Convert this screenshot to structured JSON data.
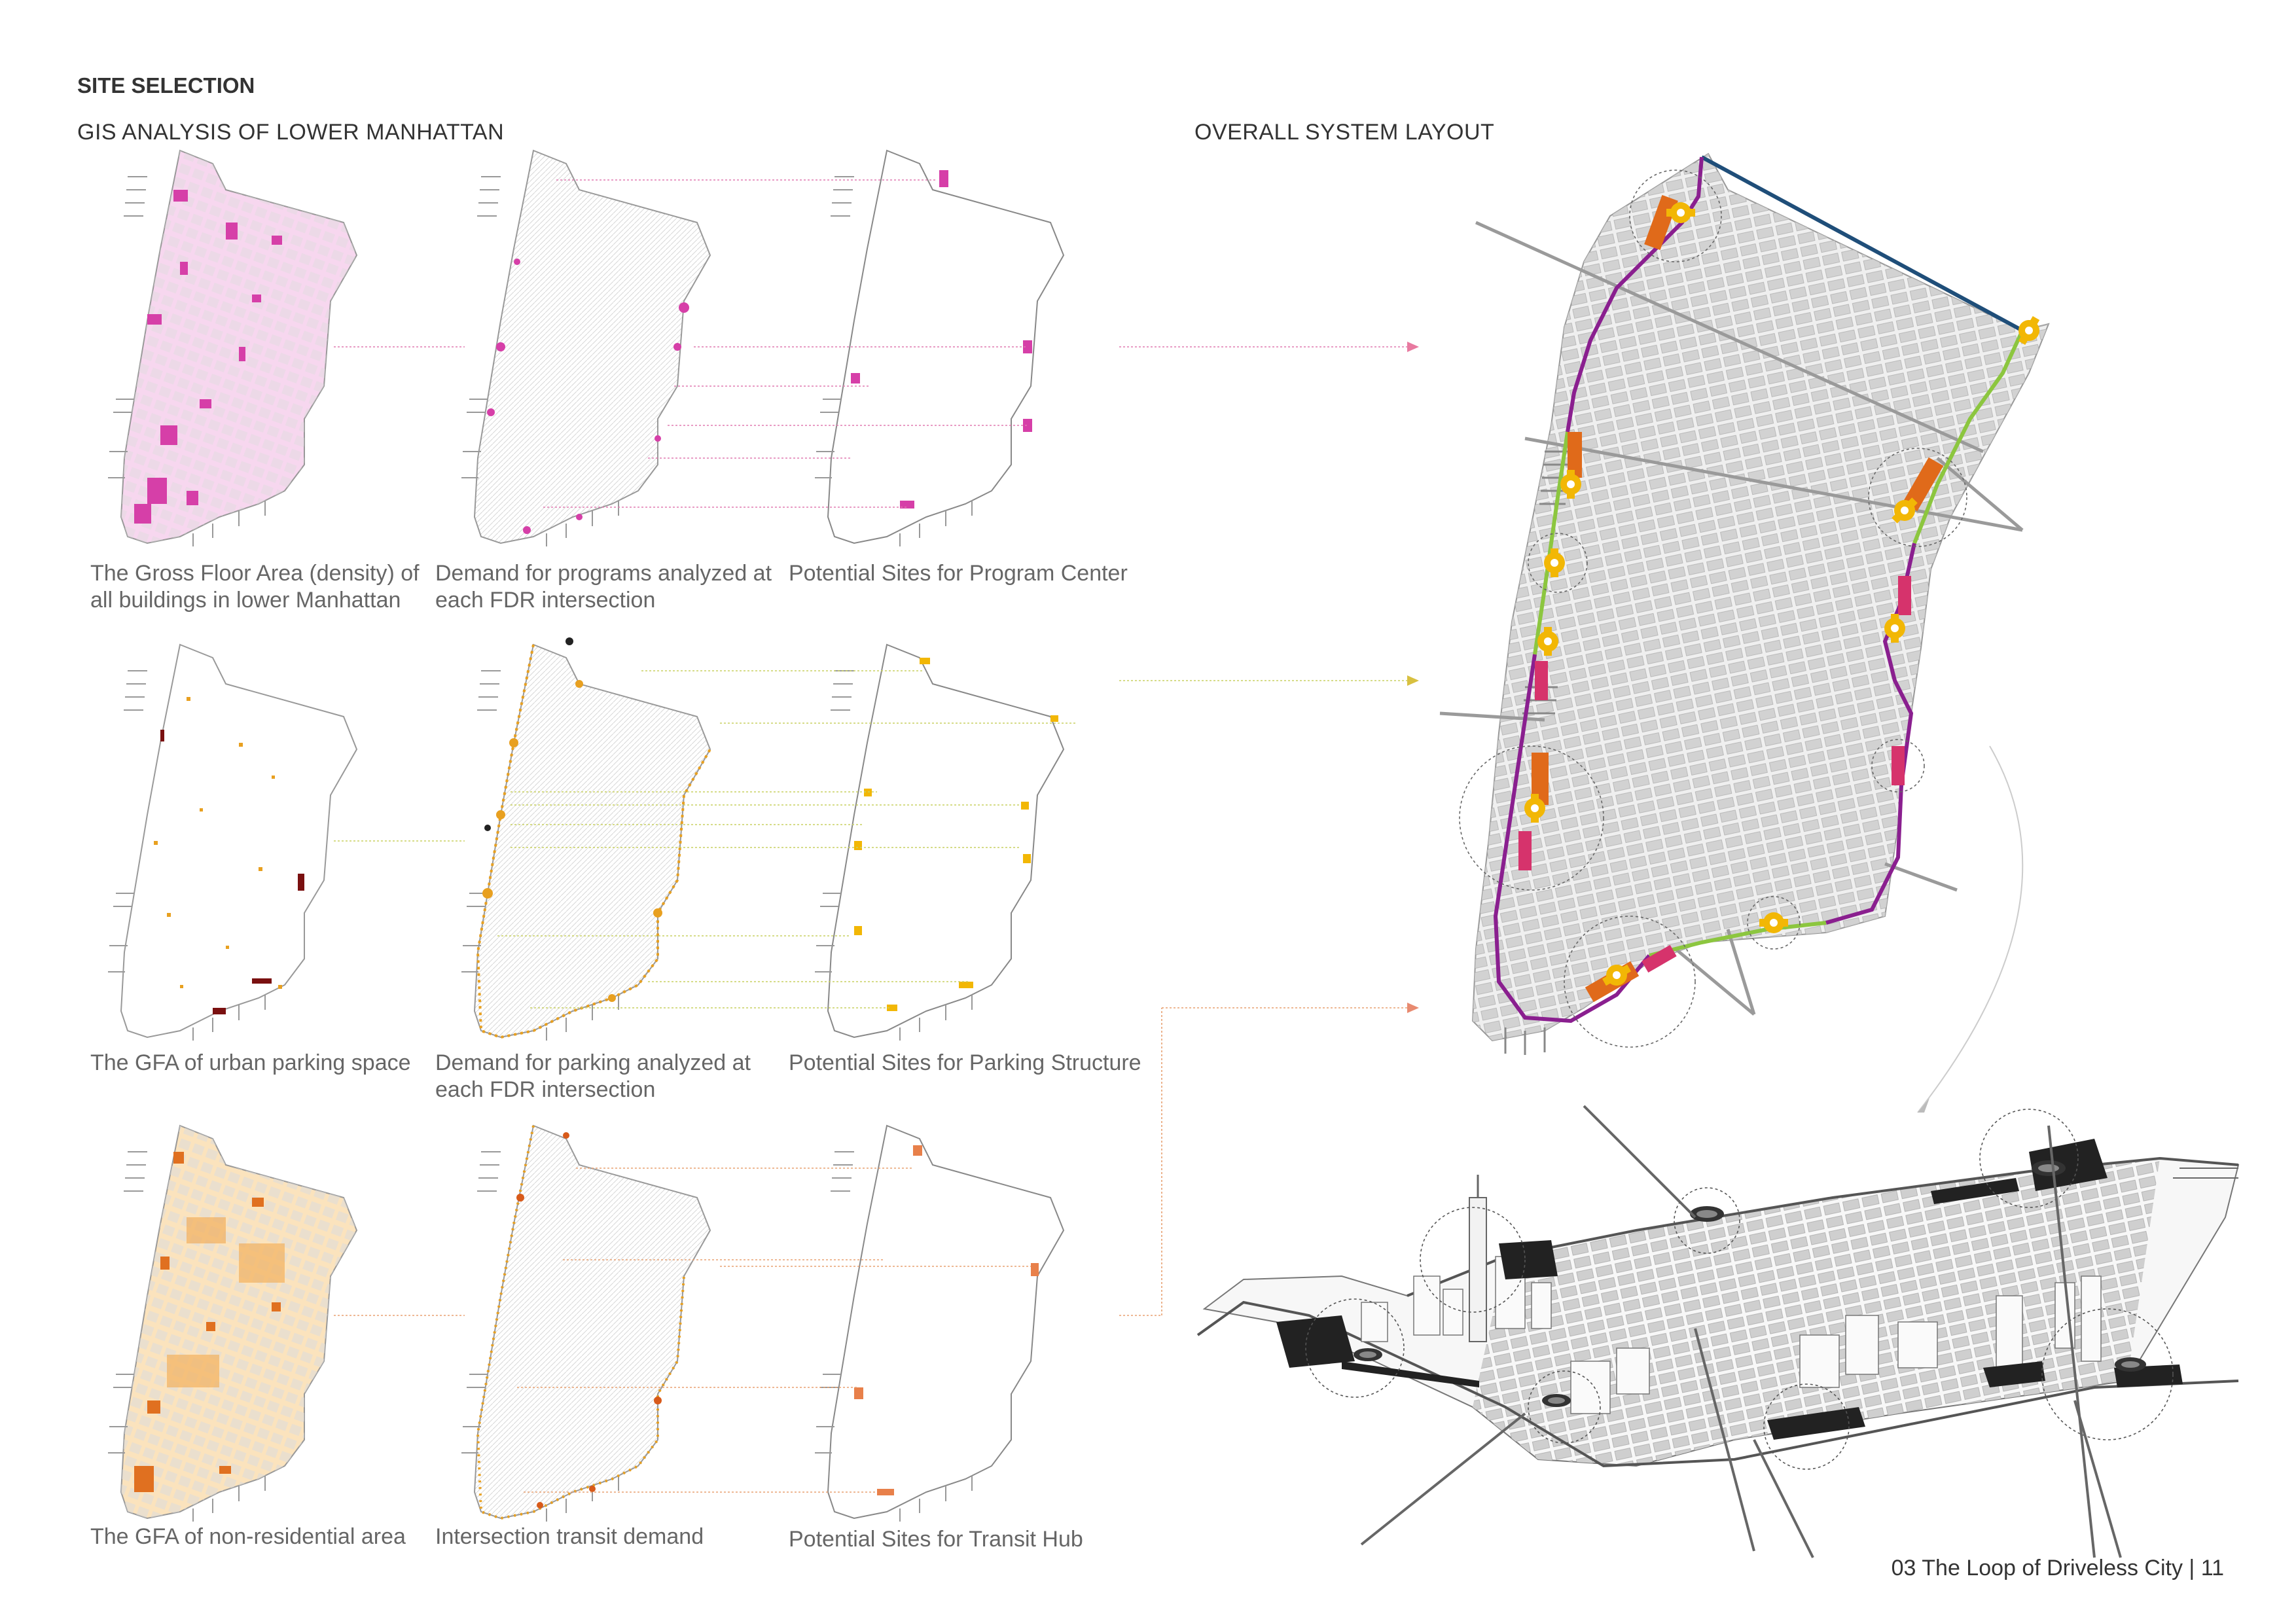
{
  "header": {
    "site_selection": "SITE SELECTION",
    "gis_title": "GIS ANALYSIS OF LOWER MANHATTAN",
    "system_title": "OVERALL SYSTEM LAYOUT"
  },
  "rows": [
    {
      "captions": [
        "The Gross Floor Area (density) of all buildings in lower Manhattan",
        "Demand for programs analyzed at each FDR intersection",
        "Potential Sites for Program Center"
      ],
      "color": "#d63fa8",
      "fill": "#f3c6e8",
      "line_color": "#e07ab0",
      "arrow_color": "#e87aa0"
    },
    {
      "captions": [
        "The GFA of urban parking space",
        "Demand for parking analyzed at each FDR intersection",
        "Potential Sites for Parking Structure"
      ],
      "color": "#e8a020",
      "fill": "#fbe8c6",
      "line_color": "#c8d060",
      "arrow_color": "#d8c040"
    },
    {
      "captions": [
        "The GFA of non-residential area",
        "Intersection transit demand",
        "Potential Sites for Transit Hub"
      ],
      "color": "#e08030",
      "fill": "#f7c98a",
      "line_color": "#e8a070",
      "arrow_color": "#e88a70"
    }
  ],
  "system_layout": {
    "loop_colors": {
      "purple": "#8a1f8f",
      "green": "#8cc63f",
      "navy": "#1f4e79",
      "gold": "#f2b705",
      "orange": "#e06a1a",
      "pink": "#d6336c"
    }
  },
  "footer": {
    "page_label": "03 The Loop of Driveless City | 11"
  }
}
